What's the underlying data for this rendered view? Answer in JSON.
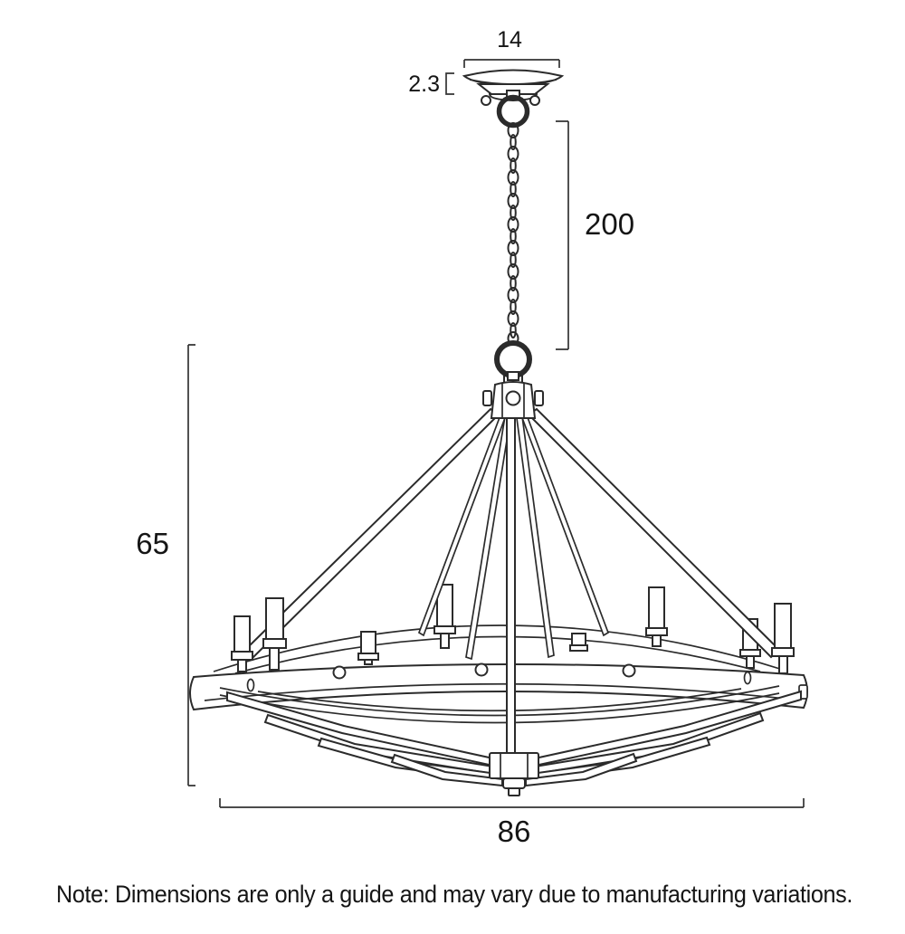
{
  "diagram": {
    "background": "#ffffff",
    "line_color": "#2b2b2b",
    "dimension_text_color": "#151515",
    "dimensions": {
      "canopy_width": "14",
      "canopy_height": "2.3",
      "chain_drop": "200",
      "fixture_height": "65",
      "fixture_width": "86"
    },
    "note": "Note: Dimensions are only a guide and may vary due to manufacturing variations."
  }
}
